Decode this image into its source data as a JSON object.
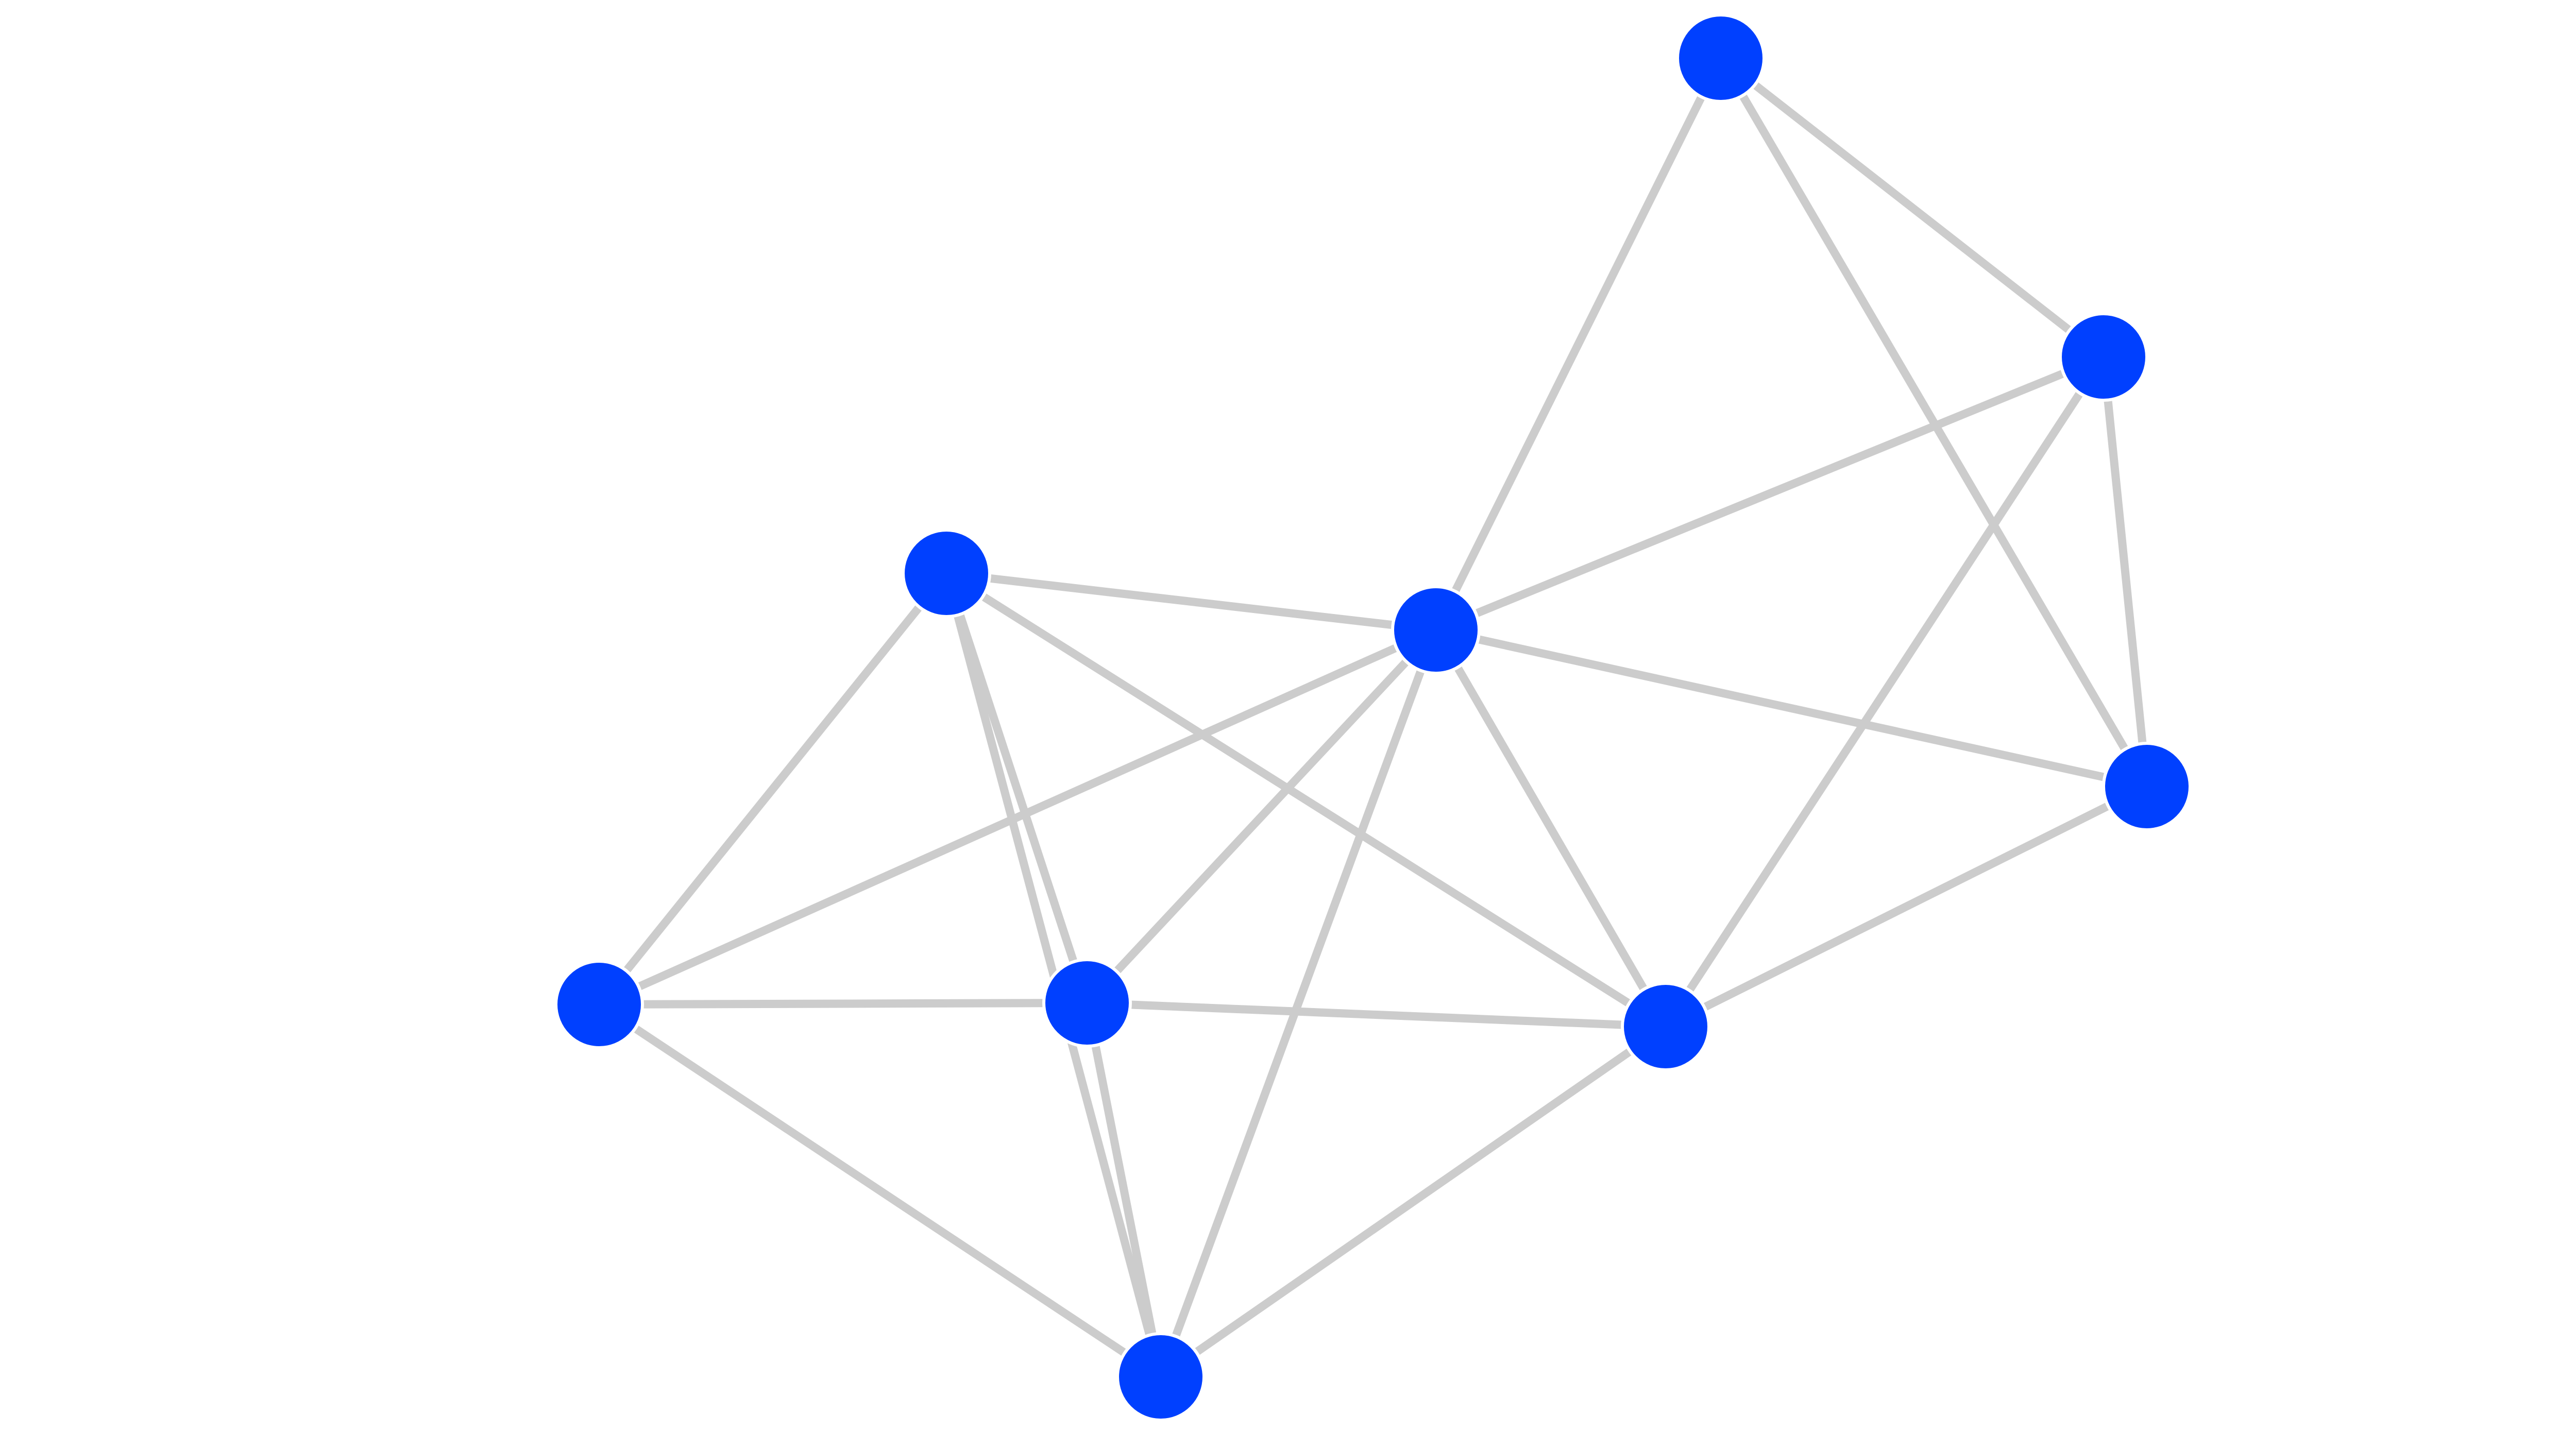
{
  "graph": {
    "node_color": "#0040ff",
    "edge_color": "#cccccc",
    "background": "#ffffff",
    "nodes": [
      {
        "id": "n1"
      },
      {
        "id": "n2"
      },
      {
        "id": "n3"
      },
      {
        "id": "n4"
      },
      {
        "id": "n5"
      },
      {
        "id": "n6"
      },
      {
        "id": "n7"
      },
      {
        "id": "n8"
      },
      {
        "id": "n9"
      },
      {
        "id": "n10"
      }
    ],
    "edges": [
      [
        "n1",
        "n2"
      ],
      [
        "n1",
        "n4"
      ],
      [
        "n1",
        "n5"
      ],
      [
        "n2",
        "n4"
      ],
      [
        "n2",
        "n5"
      ],
      [
        "n2",
        "n8"
      ],
      [
        "n3",
        "n4"
      ],
      [
        "n3",
        "n6"
      ],
      [
        "n3",
        "n7"
      ],
      [
        "n3",
        "n8"
      ],
      [
        "n3",
        "n9"
      ],
      [
        "n3",
        "n10"
      ],
      [
        "n4",
        "n6"
      ],
      [
        "n4",
        "n7"
      ],
      [
        "n4",
        "n8"
      ],
      [
        "n4",
        "n10"
      ],
      [
        "n5",
        "n8"
      ],
      [
        "n6",
        "n7"
      ],
      [
        "n6",
        "n8"
      ],
      [
        "n6",
        "n9"
      ],
      [
        "n7",
        "n8"
      ],
      [
        "n7",
        "n9"
      ],
      [
        "n7",
        "n10"
      ],
      [
        "n8",
        "n10"
      ],
      [
        "n9",
        "n10"
      ]
    ]
  }
}
